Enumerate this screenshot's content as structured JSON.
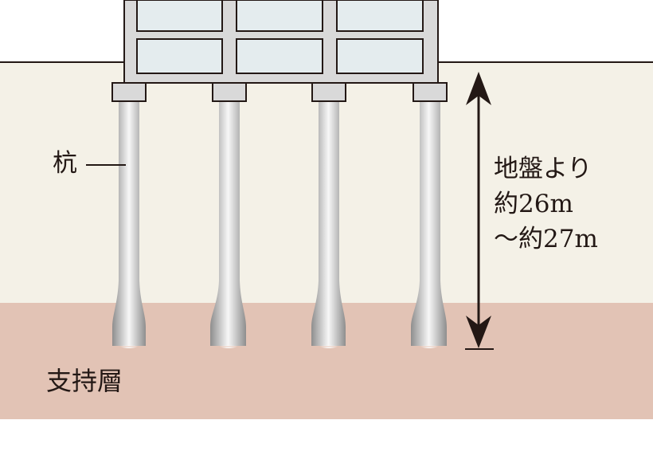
{
  "labels": {
    "pile": "杭",
    "bearing_layer": "支持層",
    "depth_lines": [
      "地盤より",
      "約26m",
      "〜約27m"
    ]
  },
  "colors": {
    "ground": "#f4f1e7",
    "bearing_layer": "#e2c3b5",
    "building_frame": "#d9d9d9",
    "building_window": "#e4ecee",
    "outline": "#231815",
    "pile_dark": "#8e8e8e",
    "pile_light": "#f7f7f7"
  },
  "pile_count": 4
}
